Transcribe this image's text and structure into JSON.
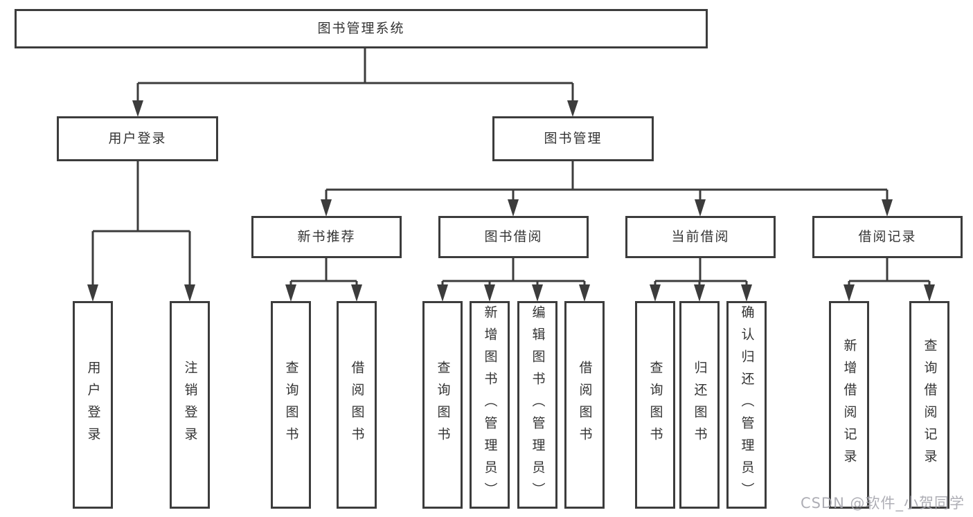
{
  "root": {
    "label": "图书管理系统"
  },
  "level2": [
    {
      "id": "user-login",
      "label": "用户登录"
    },
    {
      "id": "book-management",
      "label": "图书管理"
    }
  ],
  "level3": [
    {
      "id": "new-book-recommend",
      "label": "新书推荐"
    },
    {
      "id": "book-borrowing",
      "label": "图书借阅"
    },
    {
      "id": "current-borrowing",
      "label": "当前借阅"
    },
    {
      "id": "borrowing-records",
      "label": "借阅记录"
    }
  ],
  "leaves": {
    "user_login": [
      "用户登录",
      "注销登录"
    ],
    "new_book_recommend": [
      "查询图书",
      "借阅图书"
    ],
    "book_borrowing": [
      "查询图书",
      "新增图书（管理员）",
      "编辑图书（管理员）",
      "借阅图书"
    ],
    "current_borrowing": [
      "查询图书",
      "归还图书",
      "确认归还（管理员）"
    ],
    "borrowing_records": [
      "新增借阅记录",
      "查询借阅记录"
    ]
  },
  "watermark": "CSDN @软件_小贺同学",
  "colors": {
    "line": "#3c3c3c",
    "text": "#333333",
    "watermark": "#a6a6ae",
    "background": "#ffffff"
  }
}
